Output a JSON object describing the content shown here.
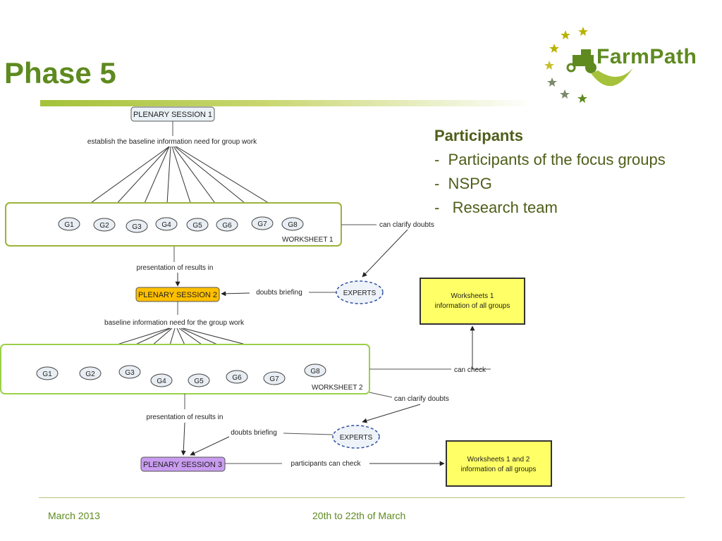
{
  "slide": {
    "title": "Phase 5",
    "logo_text": "FarmPath"
  },
  "participants": {
    "heading": "Participants",
    "items": [
      "-  Participants of the focus groups",
      "-  NSPG",
      "-   Research team"
    ]
  },
  "diagram": {
    "plenary1": "PLENARY SESSION 1",
    "plenary2": "PLENARY SESSION 2",
    "plenary3": "PLENARY SESSION 3",
    "link_establish": "establish the baseline information need for group work",
    "link_presentation1": "presentation of results in",
    "link_baseline": "baseline information need for the group work",
    "link_presentation2": "presentation of results in",
    "link_clarify1": "can clarify doubts",
    "link_clarify2": "can clarify doubts",
    "link_doubts1": "doubts briefing",
    "link_doubts2": "doubts briefing",
    "link_can_check": "can check",
    "link_participants_check": "participants can check",
    "experts1": "EXPERTS",
    "experts2": "EXPERTS",
    "worksheet1_label": "WORKSHEET 1",
    "worksheet2_label": "WORKSHEET 2",
    "ws1_groups": [
      "G1",
      "G2",
      "G3",
      "G4",
      "G5",
      "G6",
      "G7",
      "G8"
    ],
    "ws2_groups": [
      "G1",
      "G2",
      "G3",
      "G4",
      "G5",
      "G6",
      "G7",
      "G8"
    ],
    "output1_line1": "Worksheets 1",
    "output1_line2": "information of all groups",
    "output2_line1": "Worksheets 1 and 2",
    "output2_line2": "information of all groups"
  },
  "footer": {
    "date": "March 2013",
    "range": "20th to 22th of March"
  },
  "colors": {
    "brand_green": "#5e8a1f",
    "plenary2_fill": "#ffc000",
    "plenary3_fill": "#c99cf0",
    "output_fill": "#ffff66",
    "worksheet_border": "#9bb33a"
  }
}
